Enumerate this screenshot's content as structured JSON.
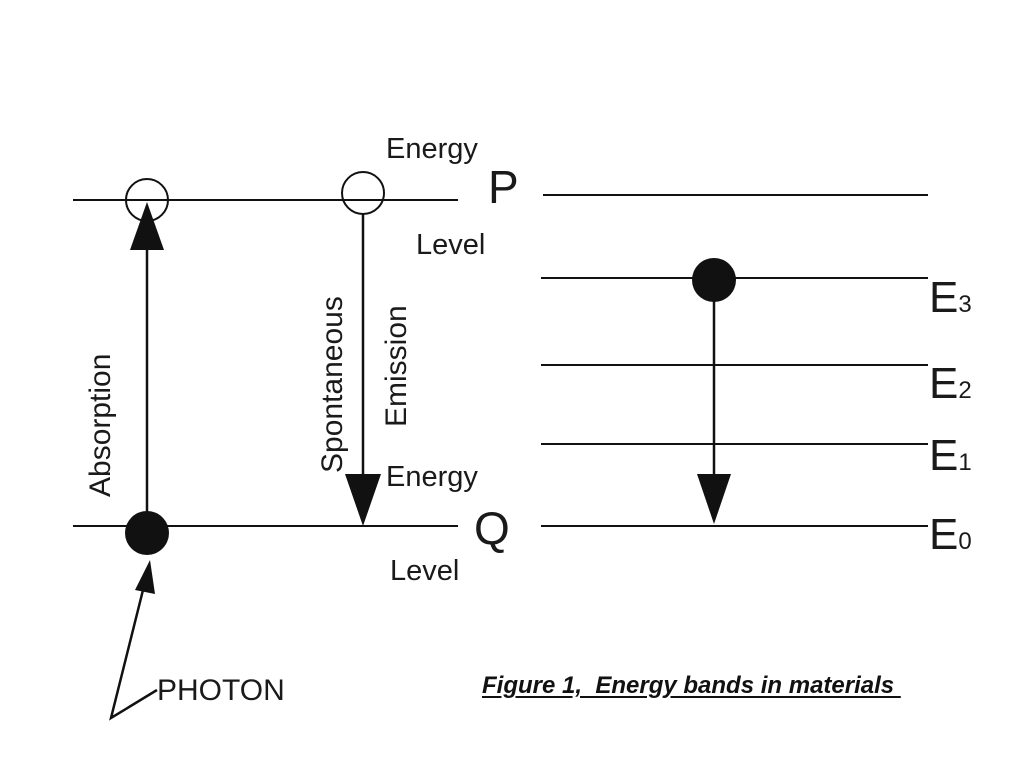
{
  "colors": {
    "ink": "#111111",
    "background": "#ffffff"
  },
  "left_diagram": {
    "upper_level_letter": "P",
    "lower_level_letter": "Q",
    "upper_label_top": "Energy",
    "upper_label_bottom": "Level",
    "lower_label_top": "Energy",
    "lower_label_bottom": "Level",
    "absorption_label": "Absorption",
    "spontaneous_label": "Spontaneous",
    "emission_label": "Emission",
    "photon_label": "PHOTON"
  },
  "right_diagram": {
    "levels": [
      {
        "base": "E",
        "sub": "3"
      },
      {
        "base": "E",
        "sub": "2"
      },
      {
        "base": "E",
        "sub": "1"
      },
      {
        "base": "E",
        "sub": "0"
      }
    ]
  },
  "caption": "Figure 1,  Energy bands in materials "
}
